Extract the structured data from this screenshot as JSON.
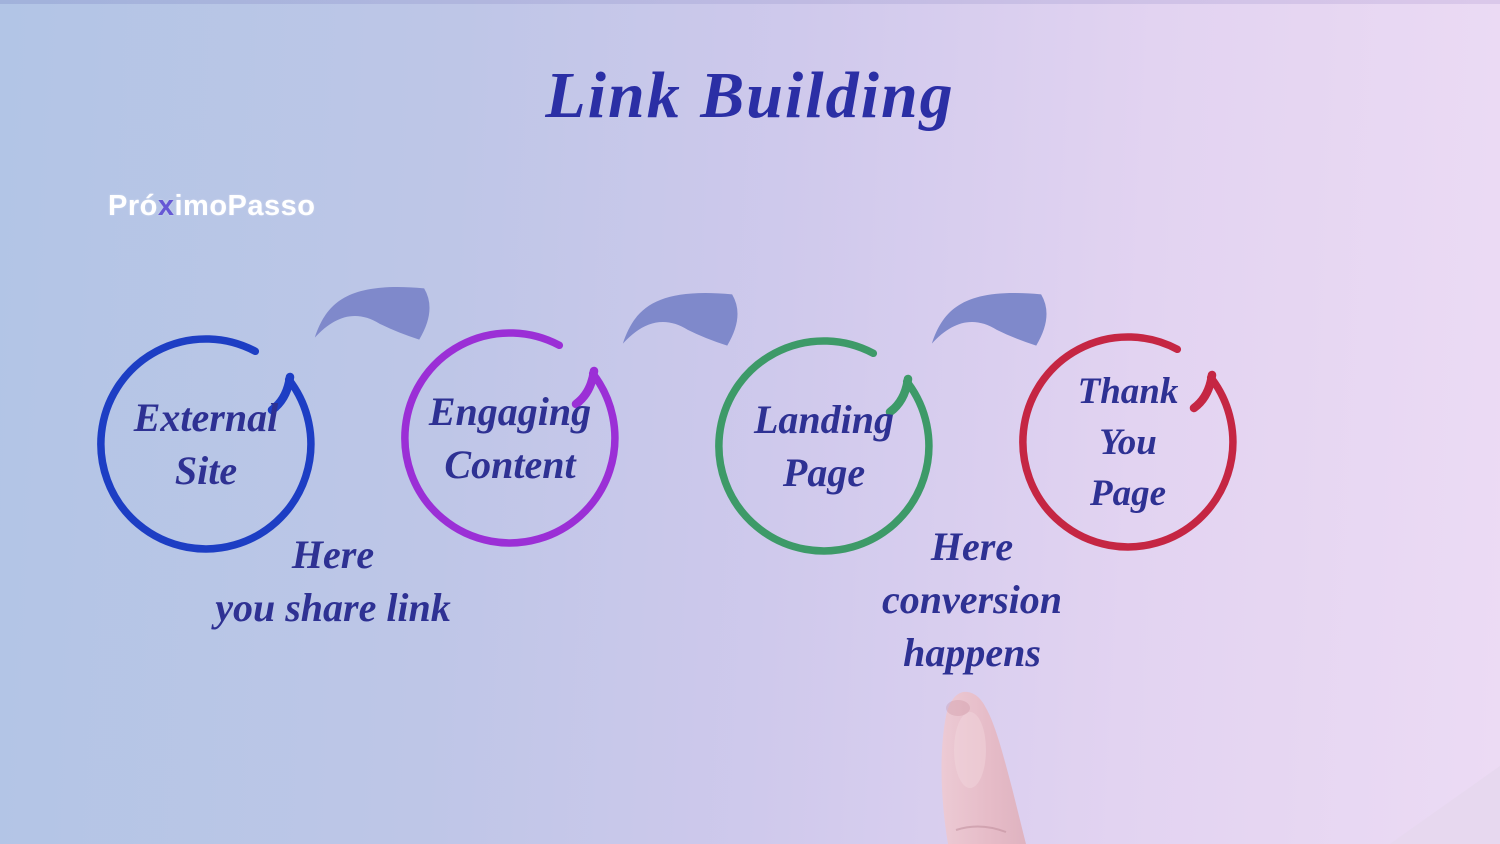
{
  "title": "Link Building",
  "watermark": {
    "prefix": "Pró",
    "accent": "x",
    "suffix": "imoPasso"
  },
  "steps": [
    {
      "name": "External Site",
      "lines": [
        "External",
        "Site"
      ],
      "color": "#1d3ec4"
    },
    {
      "name": "Engaging Content",
      "lines": [
        "Engaging",
        "Content"
      ],
      "color": "#9b2fd6"
    },
    {
      "name": "Landing Page",
      "lines": [
        "Landing",
        "Page"
      ],
      "color": "#3d9a68"
    },
    {
      "name": "Thank You Page",
      "lines": [
        "Thank",
        "You",
        "Page"
      ],
      "color": "#c52643"
    }
  ],
  "annotations": [
    {
      "lines": [
        "Here",
        "you share link"
      ]
    },
    {
      "lines": [
        "Here",
        "conversion",
        "happens"
      ]
    }
  ],
  "colors": {
    "background_left": "#b2c5e6",
    "background_right": "#ecdbf4",
    "title": "#2b2fa5",
    "label_text": "#2e3193",
    "arrow": "#7f89cb",
    "watermark": "#ffffff",
    "watermark_accent": "#6658d5",
    "finger_skin_light": "#eccad4",
    "finger_skin_dark": "#dfb3c0"
  }
}
